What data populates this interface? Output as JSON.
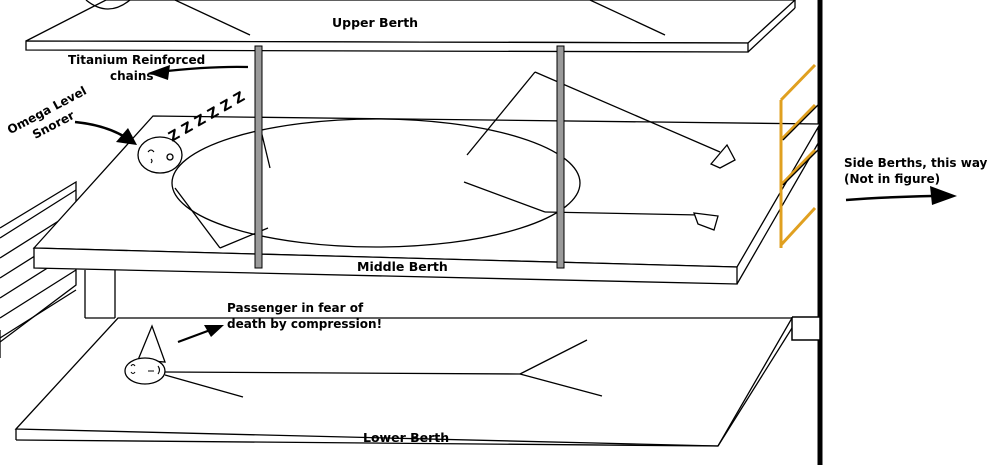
{
  "labels": {
    "upper_berth": "Upper Berth",
    "middle_berth": "Middle Berth",
    "lower_berth": "Lower Berth",
    "chains_line1": "Titanium Reinforced",
    "chains_line2": "chains",
    "snorer_line1": "Omega Level",
    "snorer_line2": "Snorer",
    "passenger_line1": "Passenger in fear of",
    "passenger_line2": "death by compression!",
    "side_line1": "Side Berths, this way",
    "side_line2": "(Not in figure)",
    "snore_text": "Z Z Z Z Z Z"
  },
  "colors": {
    "ink": "#000000",
    "chain": "#9a9a9a",
    "ladder": "#e0a020",
    "background": "#ffffff"
  }
}
